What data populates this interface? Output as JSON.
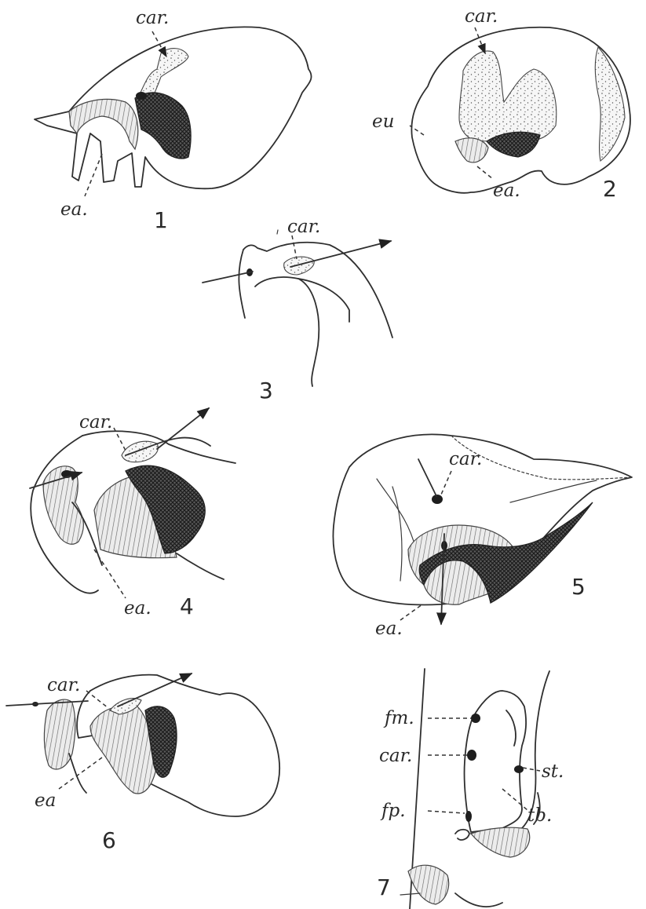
{
  "plate": {
    "figures": [
      {
        "number": "1",
        "labels": {
          "car": "car.",
          "ea": "ea."
        }
      },
      {
        "number": "2",
        "labels": {
          "car": "car.",
          "eu": "eu",
          "ea": "ea."
        }
      },
      {
        "number": "3",
        "labels": {
          "car": "car."
        }
      },
      {
        "number": "4",
        "labels": {
          "car": "car.",
          "ea": "ea."
        }
      },
      {
        "number": "5",
        "labels": {
          "car": "car.",
          "ea": "ea."
        }
      },
      {
        "number": "6",
        "labels": {
          "car": "car.",
          "ea": "ea"
        }
      },
      {
        "number": "7",
        "labels": {
          "fm": "fm.",
          "car": "car.",
          "st": "st.",
          "fp": "fp.",
          "tb": "tb."
        }
      }
    ]
  }
}
